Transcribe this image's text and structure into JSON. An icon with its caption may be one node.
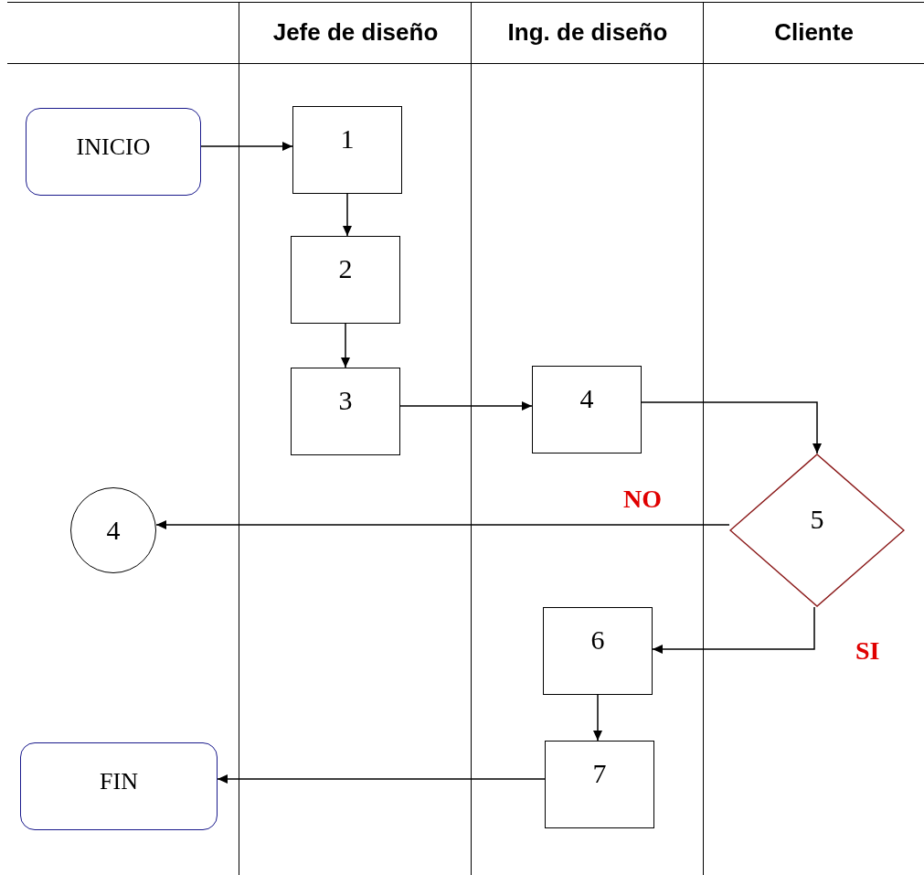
{
  "diagram": {
    "nodes": [
      {
        "text": [],
        "shape": "band"
      },
      {
        "text": [
          "Jefe de diseño"
        ]
      },
      {
        "text": [
          "Ing. de diseño"
        ]
      },
      {
        "text": [
          "Cliente"
        ]
      },
      {
        "text": [
          "INICIO"
        ],
        "in": 0
      },
      {
        "text": [
          "1"
        ],
        "in": 1
      },
      {
        "text": [
          "2"
        ],
        "in": 1
      },
      {
        "text": [
          "3"
        ],
        "in": 1
      },
      {
        "text": [
          "4"
        ],
        "in": 2
      },
      {
        "text": [
          "5"
        ],
        "in": 3
      },
      {
        "text": [
          "4"
        ],
        "in": 0
      },
      {
        "text": [
          "6"
        ],
        "in": 2
      },
      {
        "text": [
          "7"
        ],
        "in": 2
      },
      {
        "text": [
          "FIN"
        ],
        "in": 0
      }
    ],
    "edges": [
      {
        "from": 4,
        "to": 5,
        "arrow": "to"
      },
      {
        "from": 5,
        "to": 6,
        "arrow": "to"
      },
      {
        "from": 6,
        "to": 7,
        "arrow": "to"
      },
      {
        "from": 7,
        "to": 8,
        "arrow": "to"
      },
      {
        "from": 8,
        "to": 9,
        "arrow": "to"
      },
      {
        "from": 9,
        "to": 10,
        "arrow": "to",
        "label": "NO"
      },
      {
        "from": 9,
        "to": 11,
        "arrow": "to",
        "label": "SI"
      },
      {
        "from": 11,
        "to": 12,
        "arrow": "to"
      },
      {
        "from": 12,
        "to": 13,
        "arrow": "to"
      }
    ]
  }
}
